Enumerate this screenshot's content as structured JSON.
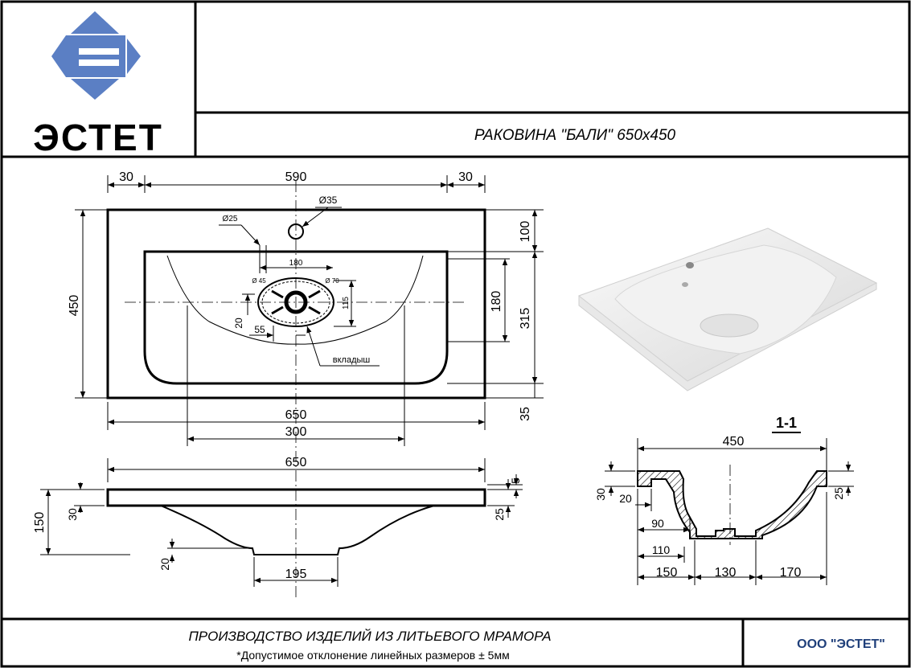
{
  "header": {
    "company_logo_text": "ЭСТЕТ",
    "product_title": "РАКОВИНА \"БАЛИ\" 650х450"
  },
  "footer": {
    "production_note": "ПРОИЗВОДСТВО ИЗДЕЛИЙ ИЗ ЛИТЬЕВОГО МРАМОРА",
    "tolerance_note": "*Допустимое отклонение линейных размеров ± 5мм",
    "company": "ООО \"ЭСТЕТ\""
  },
  "top_view": {
    "dim_left_margin": "30",
    "dim_inner_width": "590",
    "dim_right_margin": "30",
    "hole_35": "Ø35",
    "hole_25": "Ø25",
    "hole_45": "Ø 45",
    "hole_70": "Ø 70",
    "dim_180_h": "180",
    "dim_115": "115",
    "dim_20": "20",
    "dim_55": "55",
    "insert_label": "вкладыш",
    "dim_height": "450",
    "dim_100": "100",
    "dim_180_v": "180",
    "dim_315": "315",
    "dim_35": "35",
    "dim_total_width": "650",
    "dim_300": "300"
  },
  "front_view": {
    "dim_width": "650",
    "dim_150": "150",
    "dim_30": "30",
    "dim_20": "20",
    "dim_195": "195",
    "dim_5": "5",
    "dim_25": "25"
  },
  "section": {
    "label": "1-1",
    "dim_450": "450",
    "dim_30": "30",
    "dim_20": "20",
    "dim_90": "90",
    "dim_110": "110",
    "dim_150": "150",
    "dim_130": "130",
    "dim_170": "170",
    "dim_25": "25"
  },
  "colors": {
    "logo_blue": "#5b7fc4",
    "border": "#000000"
  }
}
